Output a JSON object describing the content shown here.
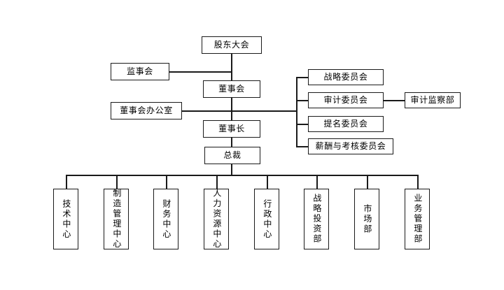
{
  "chart": {
    "type": "org-chart",
    "title": "",
    "background_color": "#ffffff",
    "line_color": "#1a1a1a",
    "box_border_color": "#1a1a1a",
    "box_fill_color": "#ffffff",
    "text_color": "#000000"
  },
  "nodes": {
    "shareholders_meeting": "股东大会",
    "board_of_supervisors": "监事会",
    "board_of_directors": "董事会",
    "board_office": "董事会办公室",
    "chairman": "董事长",
    "president": "总裁",
    "strategy_committee": "战略委员会",
    "audit_committee": "审计委员会",
    "nomination_committee": "提名委员会",
    "compensation_committee": "薪酬与考核委员会",
    "audit_supervision_dept": "审计监察部"
  },
  "departments": [
    {
      "label": "技术中心"
    },
    {
      "label": "制造管理中心"
    },
    {
      "label": "财务中心"
    },
    {
      "label": "人力资源中心"
    },
    {
      "label": "行政中心"
    },
    {
      "label": "战略投资部"
    },
    {
      "label": "市场部"
    },
    {
      "label": "业务管理部"
    }
  ]
}
